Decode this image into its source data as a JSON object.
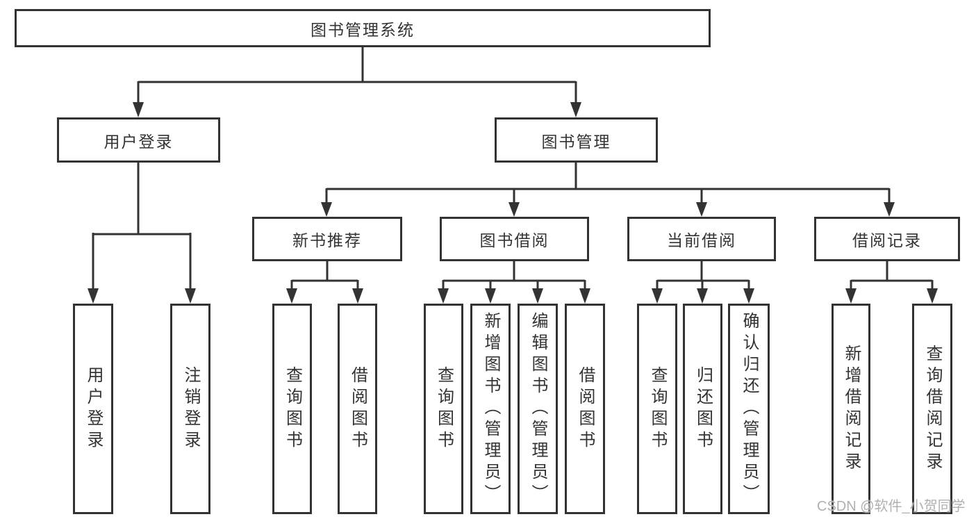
{
  "diagram": {
    "type": "hierarchy-tree",
    "colors": {
      "line": "#333333",
      "box_border": "#333333",
      "text": "#333333",
      "background": "#ffffff",
      "watermark": "#b0b0b0"
    },
    "nodes": {
      "root": "图书管理系统",
      "user_login": {
        "label": "用户登录",
        "children": [
          "用户登录",
          "注销登录"
        ]
      },
      "book_management": {
        "label": "图书管理"
      },
      "new_books": {
        "label": "新书推荐",
        "children": [
          "查询图书",
          "借阅图书"
        ]
      },
      "book_borrow": {
        "label": "图书借阅",
        "children": [
          "查询图书",
          "新增图书（管理员）",
          "编辑图书（管理员）",
          "借阅图书"
        ]
      },
      "current_borrow": {
        "label": "当前借阅",
        "children": [
          "查询图书",
          "归还图书",
          "确认归还（管理员）"
        ]
      },
      "borrow_records": {
        "label": "借阅记录",
        "children": [
          "新增借阅记录",
          "查询借阅记录"
        ]
      }
    },
    "watermark": "CSDN @软件_小贺同学"
  }
}
